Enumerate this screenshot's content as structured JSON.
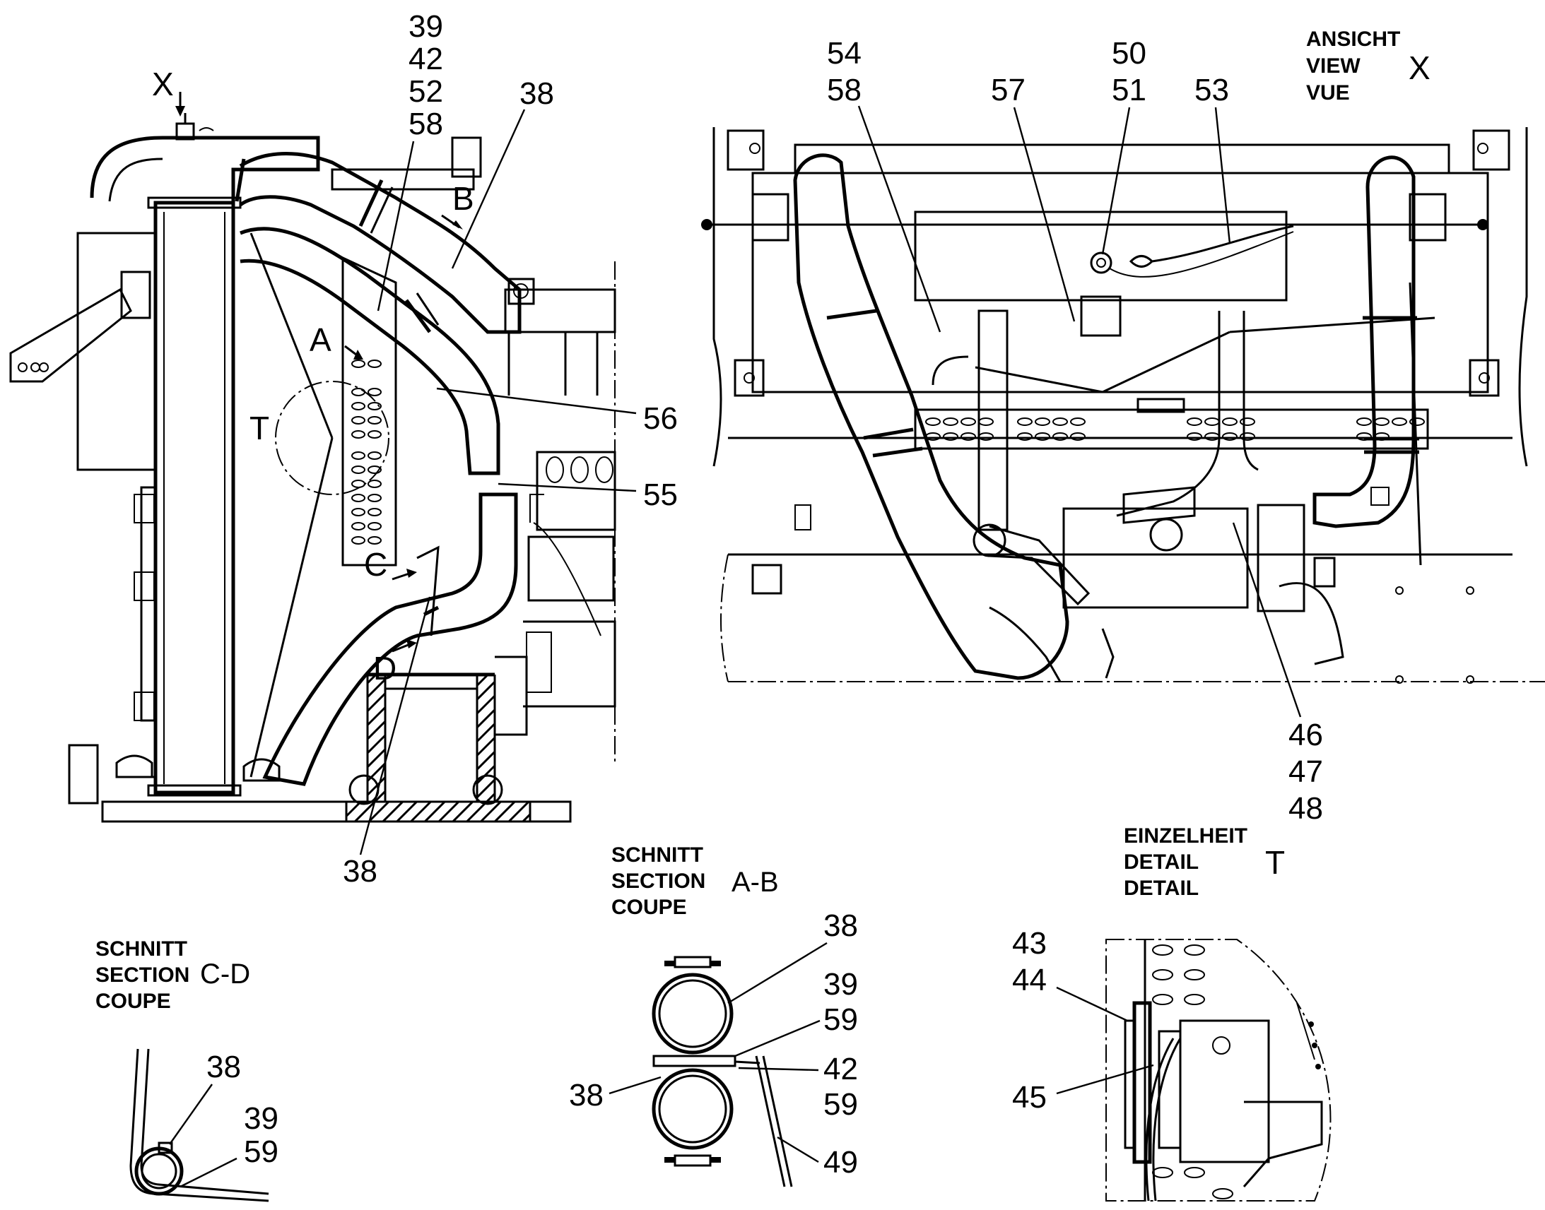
{
  "view_x": {
    "title_lines": [
      "ANSICHT",
      "VIEW",
      "VUE"
    ],
    "letter": "X",
    "callouts": {
      "c54_58": [
        "54",
        "58"
      ],
      "c57": "57",
      "c50_51": [
        "50",
        "51"
      ],
      "c53": "53",
      "c46_47_48": [
        "46",
        "47",
        "48"
      ]
    }
  },
  "side_view": {
    "view_arrow_letter": "X",
    "section_letters": {
      "a": "A",
      "b": "B",
      "c": "C",
      "d": "D",
      "t": "T"
    },
    "callouts": {
      "c39_42_52_58": [
        "39",
        "42",
        "52",
        "58"
      ],
      "c38_top": "38",
      "c56": "56",
      "c55": "55",
      "c38_bottom": "38"
    }
  },
  "section_ab": {
    "title_lines": [
      "SCHNITT",
      "SECTION",
      "COUPE"
    ],
    "code": "A-B",
    "callouts": {
      "c38_top": "38",
      "c39": "39",
      "c59_a": "59",
      "c42": "42",
      "c59_b": "59",
      "c38_left": "38",
      "c49": "49"
    }
  },
  "section_cd": {
    "title_lines": [
      "SCHNITT",
      "SECTION",
      "COUPE"
    ],
    "code": "C-D",
    "callouts": {
      "c38": "38",
      "c39_59": [
        "39",
        "59"
      ]
    }
  },
  "detail_t": {
    "title_lines": [
      "EINZELHEIT",
      "DETAIL",
      "DETAIL"
    ],
    "letter": "T",
    "callouts": {
      "c43_44": [
        "43",
        "44"
      ],
      "c45": "45"
    }
  }
}
